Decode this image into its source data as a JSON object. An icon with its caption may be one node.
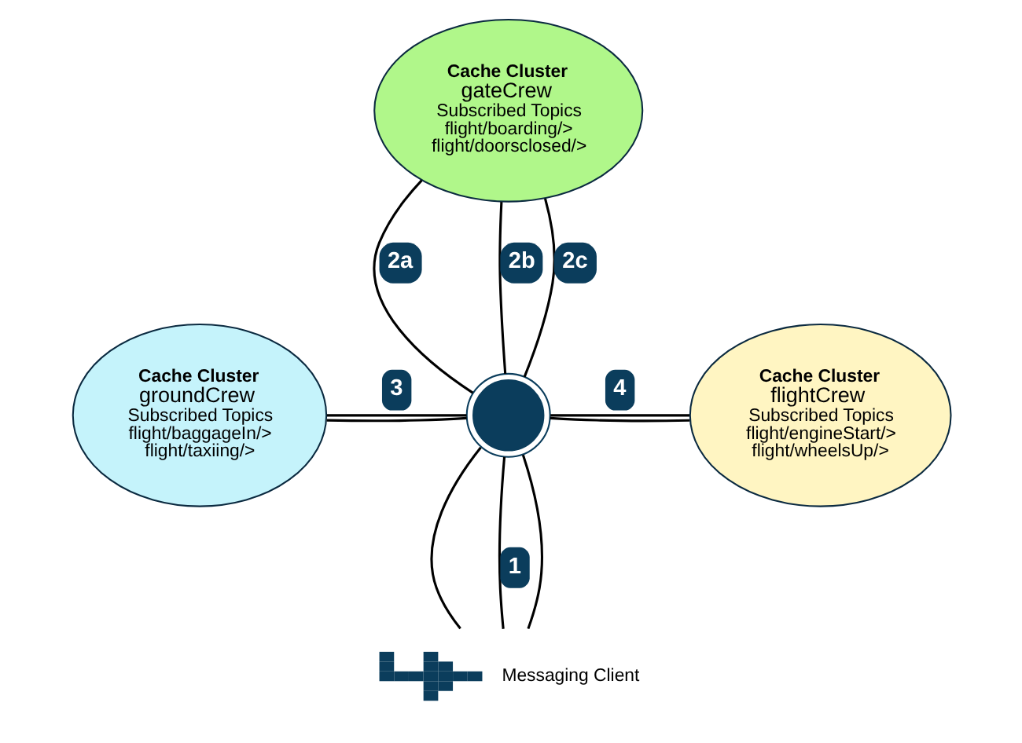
{
  "diagram": {
    "nodes": [
      {
        "text": [
          "Cache Cluster",
          "gateCrew",
          "Subscribed Topics",
          "flight/boarding/>",
          "flight/doorsclosed/>"
        ]
      },
      {
        "text": [
          "Cache Cluster",
          "groundCrew",
          "Subscribed Topics",
          "flight/baggageIn/>",
          "flight/taxiing/>"
        ]
      },
      {
        "text": [
          "Cache Cluster",
          "flightCrew",
          "Subscribed Topics",
          "flight/engineStart/>",
          "flight/wheelsUp/>"
        ]
      },
      {
        "text": [],
        "shape": "picture"
      },
      {
        "text": [],
        "shape": "picture",
        "beside": [
          "Messaging Client"
        ]
      }
    ],
    "edges": [
      {
        "from": 0,
        "to": 3,
        "arrow": "none",
        "label": "2a"
      },
      {
        "from": 0,
        "to": 3,
        "arrow": "none",
        "label": "2b"
      },
      {
        "from": 0,
        "to": 3,
        "arrow": "none",
        "label": "2c"
      },
      {
        "from": 1,
        "to": 3,
        "arrow": "none"
      },
      {
        "from": 3,
        "to": 2,
        "arrow": "none"
      },
      {
        "from": 1,
        "to": 3,
        "arrow": "none",
        "label": "3"
      },
      {
        "from": 3,
        "to": 2,
        "arrow": "none",
        "label": "4"
      },
      {
        "from": 3,
        "to": 4,
        "arrow": "none"
      },
      {
        "from": 3,
        "to": 4,
        "arrow": "none",
        "label": "1"
      },
      {
        "from": 3,
        "to": 4,
        "arrow": "none"
      }
    ]
  }
}
